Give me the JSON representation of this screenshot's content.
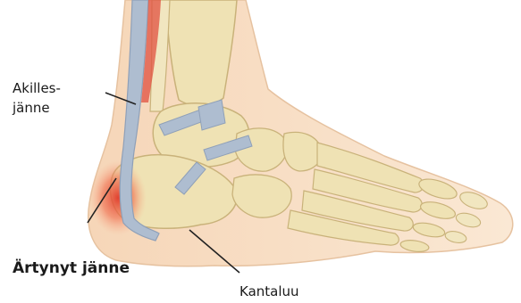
{
  "labels": {
    "achilles_line1": "Akilles-",
    "achilles_line2": "jänne",
    "irritated_tendon": "Ärtynyt jänne",
    "heel_bone": "Kantaluu"
  },
  "colors": {
    "skin": "#f8e1c6",
    "skin_outline": "#e6c2a0",
    "bone": "#efe2b4",
    "bone_outline": "#c9b27a",
    "ligament": "#aebdd0",
    "inflammation": "#e03a2a",
    "leader_line": "#222222"
  }
}
